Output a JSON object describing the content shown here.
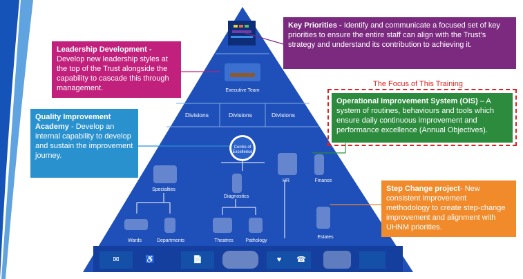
{
  "pyramid": {
    "executive_team": "Executive Team",
    "divisions": [
      "Divisions",
      "Divisions",
      "Divisions"
    ],
    "centre": "Centre of Excellence",
    "specialties": "Specialties",
    "diagnostics": "Diagnostics",
    "hr": "HR",
    "finance": "Finance",
    "wards": "Wards",
    "departments": "Departments",
    "theatres": "Theatres",
    "pathology": "Pathology",
    "estates": "Estates"
  },
  "boxes": {
    "key_priorities": {
      "title": "Key Priorities -",
      "body": " Identify and communicate a focused  set of key priorities to ensure the entire staff can align with the Trust's strategy and understand its contribution to achieving it."
    },
    "leadership": {
      "title": "Leadership Development -",
      "body": " Develop new  leadership styles at the top of the Trust alongside the capability to cascade this through management."
    },
    "focus_label": "The Focus of This Training",
    "ois": {
      "title": "Operational Improvement System (OIS)",
      "body": " – A system of routines, behaviours and tools which ensure daily continuous improvement and performance excellence (Annual Objectives)."
    },
    "qia": {
      "title": "Quality Improvement Academy",
      "body": " - Develop an  internal capability to develop and sustain the improvement journey."
    },
    "step_change": {
      "title": "Step Change project",
      "body": "- New consistent improvement methodology to create step-change improvement and alignment with UHNM priorities."
    }
  },
  "colors": {
    "pyramid": "#1f4fb8",
    "pyramid_dark": "#143f9e",
    "key_priorities": "#7b2a7f",
    "leadership": "#c1217c",
    "ois": "#2c8b3d",
    "focus_red": "#e02020",
    "qia": "#2a91cf",
    "step_change": "#f08a2b"
  }
}
